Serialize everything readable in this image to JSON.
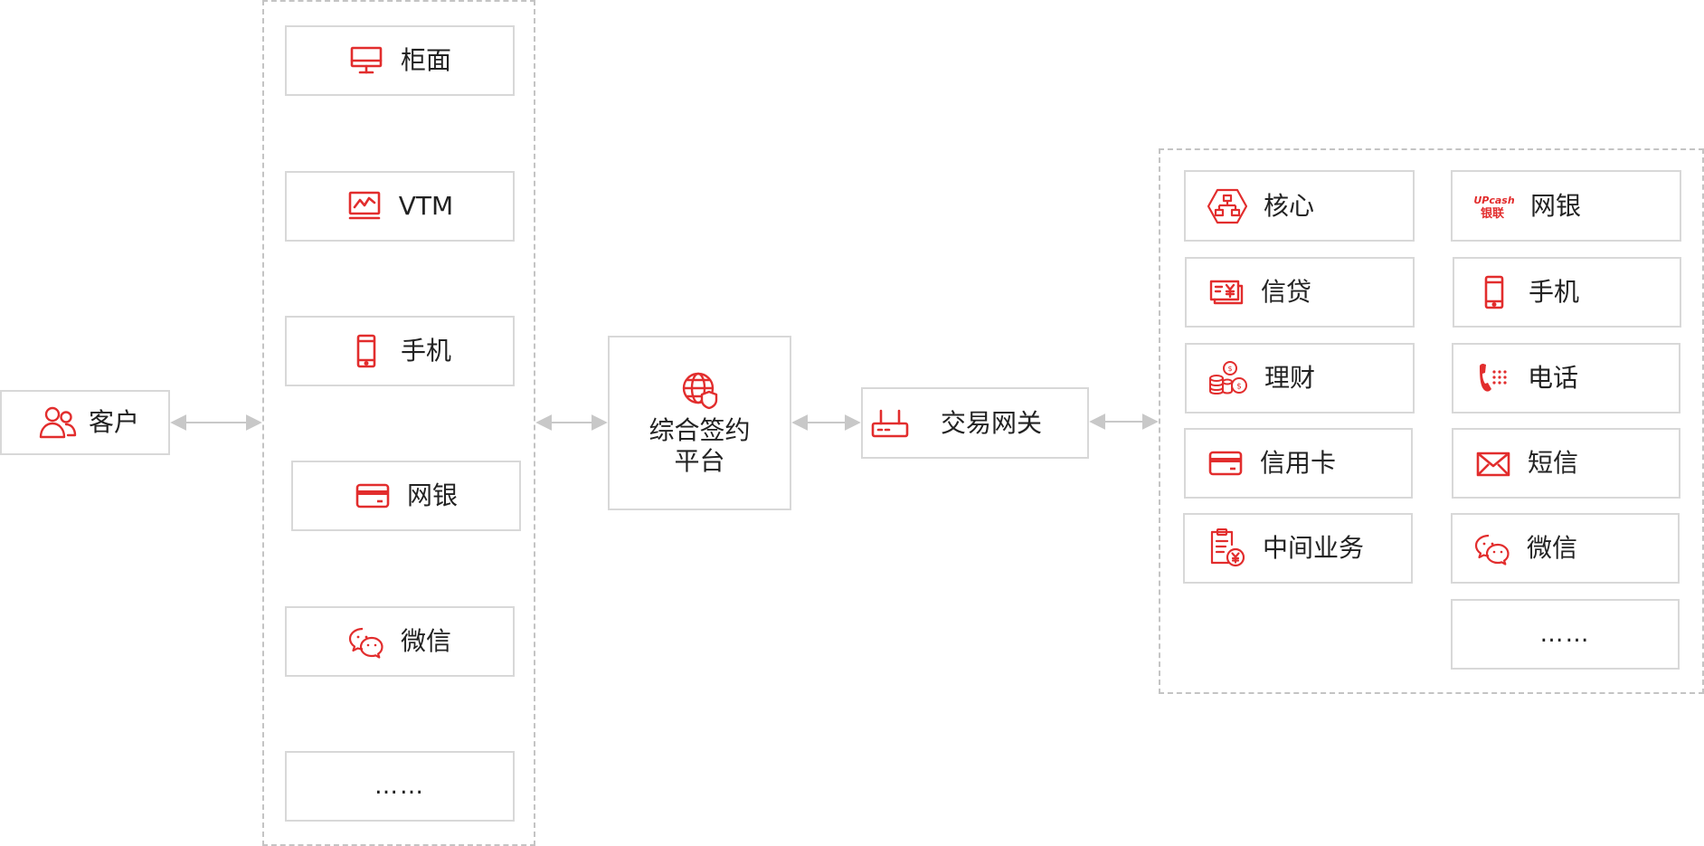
{
  "colors": {
    "accent": "#e22d2d",
    "box_border": "#d8d8d8",
    "dashed_border": "#c4c4c4",
    "connector": "#c8c8c8"
  },
  "customer": {
    "label": "客户",
    "icon": "users-icon"
  },
  "channels": [
    {
      "label": "柜面",
      "icon": "monitor-icon"
    },
    {
      "label": "VTM",
      "icon": "chart-monitor-icon"
    },
    {
      "label": "手机",
      "icon": "mobile-phone-icon"
    },
    {
      "label": "网银",
      "icon": "card-icon"
    },
    {
      "label": "微信",
      "icon": "wechat-icon"
    },
    {
      "label": "……",
      "icon": ""
    }
  ],
  "platform": {
    "line1": "综合签约",
    "line2": "平台",
    "icon": "globe-shield-icon"
  },
  "gateway": {
    "label": "交易网关",
    "icon": "router-icon"
  },
  "systems_left": [
    {
      "label": "核心",
      "icon": "hierarchy-hexagon-icon"
    },
    {
      "label": "信贷",
      "icon": "yuan-bill-icon"
    },
    {
      "label": "理财",
      "icon": "coins-stack-icon"
    },
    {
      "label": "信用卡",
      "icon": "credit-card-icon"
    },
    {
      "label": "中间业务",
      "icon": "document-yuan-icon"
    }
  ],
  "systems_right": [
    {
      "label": "网银",
      "icon": "unionpay-icon",
      "logo_text_top": "UPcash",
      "logo_text_bottom": "银联"
    },
    {
      "label": "手机",
      "icon": "mobile-phone-icon"
    },
    {
      "label": "电话",
      "icon": "telephone-keypad-icon"
    },
    {
      "label": "短信",
      "icon": "envelope-icon"
    },
    {
      "label": "微信",
      "icon": "wechat-icon"
    },
    {
      "label": "……",
      "icon": ""
    }
  ]
}
